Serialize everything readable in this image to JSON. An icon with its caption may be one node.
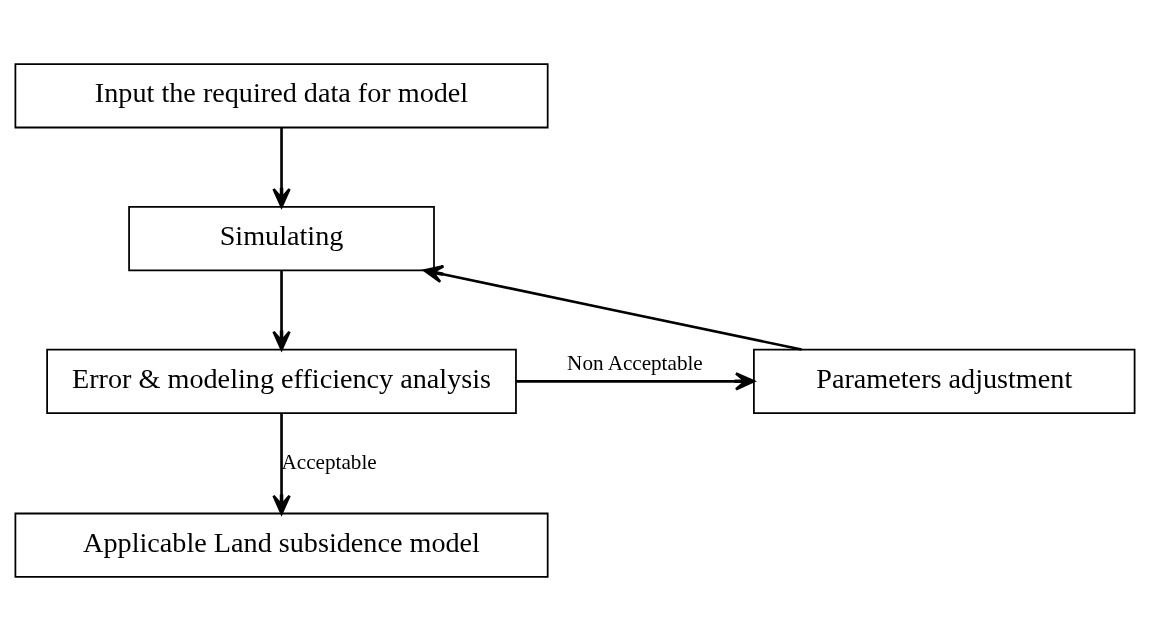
{
  "diagram": {
    "nodes": [
      {
        "text": [
          "Input the required data for model"
        ]
      },
      {
        "text": [
          "Simulating"
        ]
      },
      {
        "text": [
          "Error & modeling efficiency analysis"
        ]
      },
      {
        "text": [
          "Parameters adjustment"
        ]
      },
      {
        "text": [
          "Applicable Land subsidence model"
        ]
      }
    ],
    "edges": [
      {
        "from": 0,
        "to": 1,
        "arrow": "to"
      },
      {
        "from": 1,
        "to": 2,
        "arrow": "to"
      },
      {
        "from": 2,
        "to": 3,
        "arrow": "to",
        "label": "Non Acceptable"
      },
      {
        "from": 3,
        "to": 1,
        "arrow": "to"
      },
      {
        "from": 2,
        "to": 4,
        "arrow": "to",
        "label": "Acceptable"
      }
    ]
  }
}
